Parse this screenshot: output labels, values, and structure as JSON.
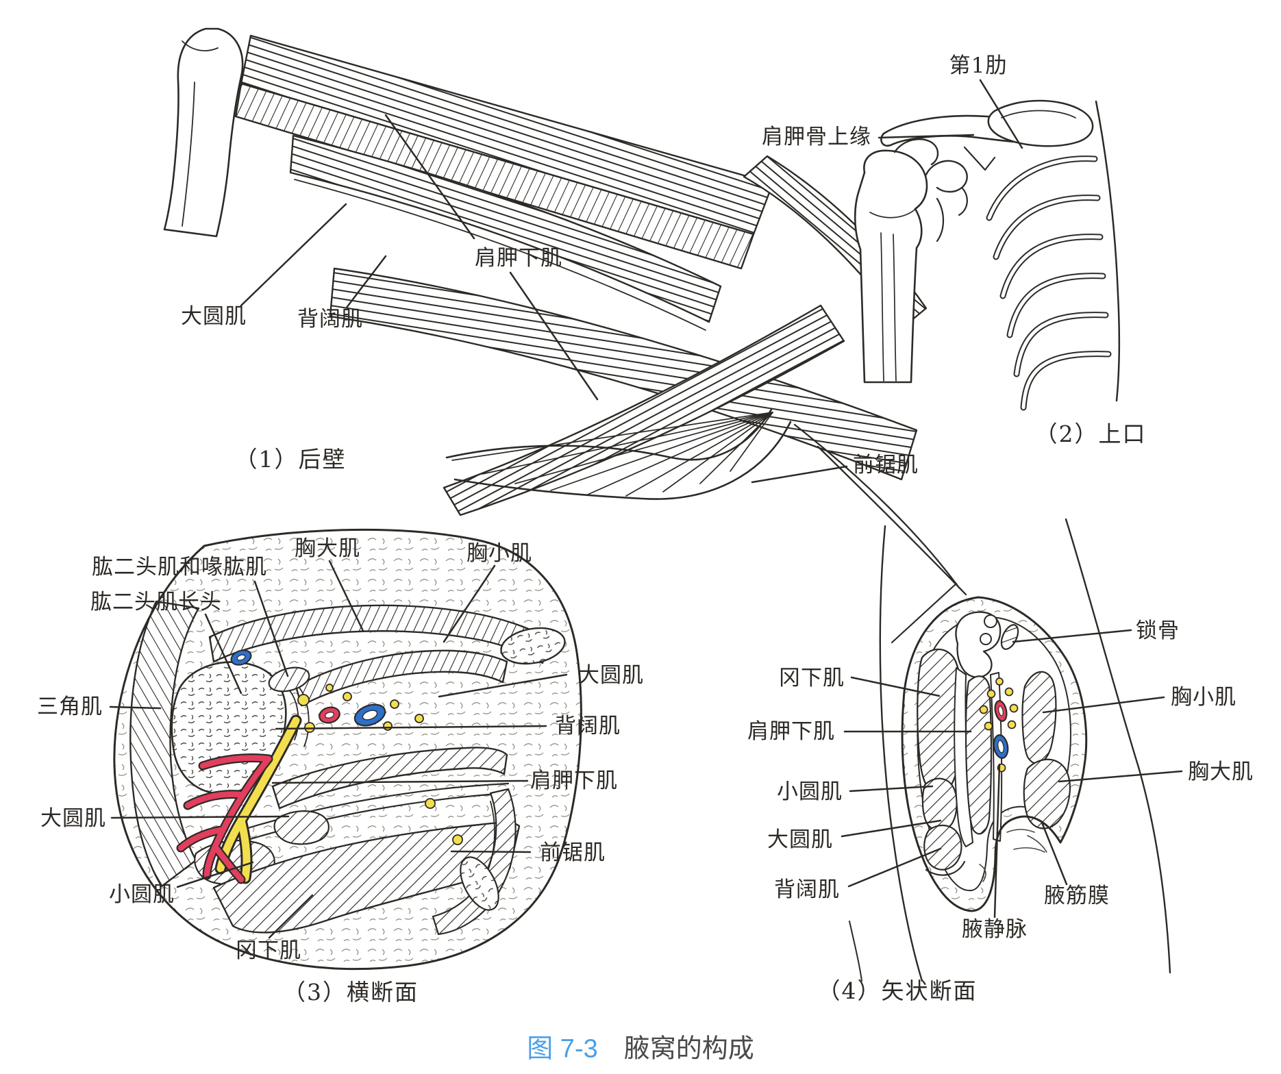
{
  "figure_caption": {
    "number": "图 7-3",
    "title": "腋窝的构成"
  },
  "panels": {
    "p1": {
      "caption": "（1）后壁",
      "labels": {
        "subscapularis": "肩胛下肌",
        "teres_major": "大圆肌",
        "latissimus_dorsi": "背阔肌",
        "serratus_anterior": "前锯肌"
      }
    },
    "p2": {
      "caption": "（2）上口",
      "labels": {
        "first_rib": "第1肋",
        "scapula_superior_border": "肩胛骨上缘"
      }
    },
    "p3": {
      "caption": "（3）横断面",
      "labels": {
        "biceps_coracobrachialis": "肱二头肌和喙肱肌",
        "biceps_long_head": "肱二头肌长头",
        "pectoralis_major": "胸大肌",
        "pectoralis_minor": "胸小肌",
        "deltoid": "三角肌",
        "teres_major_right": "大圆肌",
        "latissimus_dorsi": "背阔肌",
        "subscapularis": "肩胛下肌",
        "serratus_anterior": "前锯肌",
        "teres_major_left": "大圆肌",
        "teres_minor": "小圆肌",
        "infraspinatus": "冈下肌"
      }
    },
    "p4": {
      "caption": "（4）矢状断面",
      "labels": {
        "clavicle": "锁骨",
        "infraspinatus": "冈下肌",
        "pectoralis_minor": "胸小肌",
        "subscapularis": "肩胛下肌",
        "pectoralis_major": "胸大肌",
        "teres_minor": "小圆肌",
        "teres_major": "大圆肌",
        "latissimus_dorsi": "背阔肌",
        "axillary_vein": "腋静脉",
        "axillary_fascia": "腋筋膜"
      }
    }
  },
  "colors": {
    "ink": "#2d2a26",
    "artery_red": "#e23e5e",
    "vein_blue": "#2e6fc9",
    "nerve_yellow": "#f3df4e",
    "caption_blue": "#4aa0e8"
  }
}
